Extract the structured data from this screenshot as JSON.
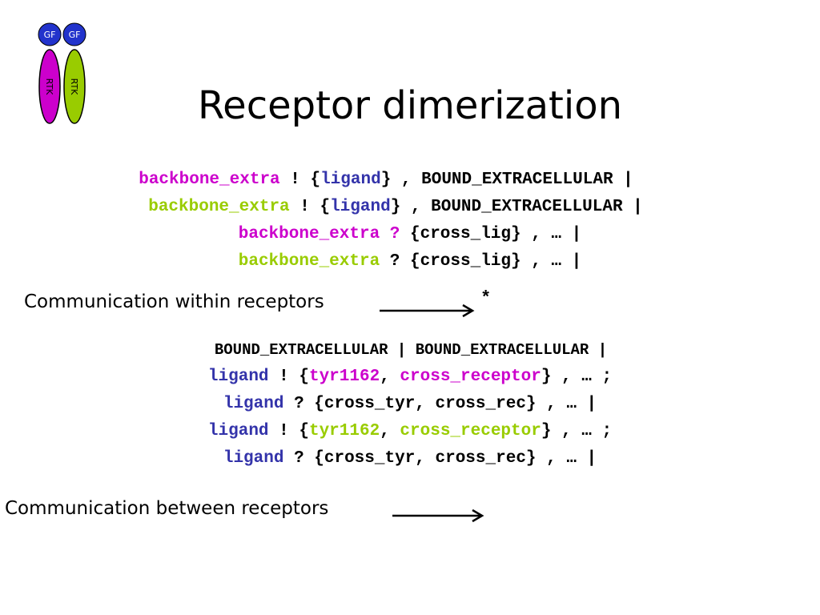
{
  "logo": {
    "gf_left": "GF",
    "gf_right": "GF",
    "rtk_left": "RTK",
    "rtk_right": "RTK",
    "colors": {
      "gf": "#2233cc",
      "rtk_left": "#cc00cc",
      "rtk_right": "#99cc00"
    }
  },
  "title": "Receptor dimerization",
  "colors": {
    "magenta": "#cc00cc",
    "green": "#99cc00",
    "blue": "#3333aa"
  },
  "block1": {
    "line1": {
      "name": "backbone_extra",
      "op": " ! {",
      "ligand": "ligand",
      "rest": "} , BOUND_EXTRACELLULAR |"
    },
    "line2": {
      "name": "backbone_extra",
      "op": " ! {",
      "ligand": "ligand",
      "rest": "} , BOUND_EXTRACELLULAR |"
    },
    "line3": {
      "name": "backbone_extra ?",
      "rest": " {cross_lig} , … |"
    },
    "line4": {
      "name": "backbone_extra",
      "rest": " ? {cross_lig} , … |"
    }
  },
  "comm_within": "Communication within receptors",
  "star": "*",
  "block2": {
    "line1": "BOUND_EXTRACELLULAR | BOUND_EXTRACELLULAR |",
    "line2": {
      "ligand": "ligand",
      "op": " ! {",
      "tyr": "tyr1162",
      "comma": ", ",
      "cross": "cross_receptor",
      "rest": "} , … ;"
    },
    "line3": {
      "ligand": "ligand",
      "rest": " ? {cross_tyr, cross_rec} , … |"
    },
    "line4": {
      "ligand": "ligand",
      "op": " ! {",
      "tyr": "tyr1162",
      "comma": ", ",
      "cross": "cross_receptor",
      "rest": "} , … ;"
    },
    "line5": {
      "ligand": "ligand",
      "rest": " ? {cross_tyr, cross_rec} , … |"
    }
  },
  "comm_between": "Communication between receptors"
}
